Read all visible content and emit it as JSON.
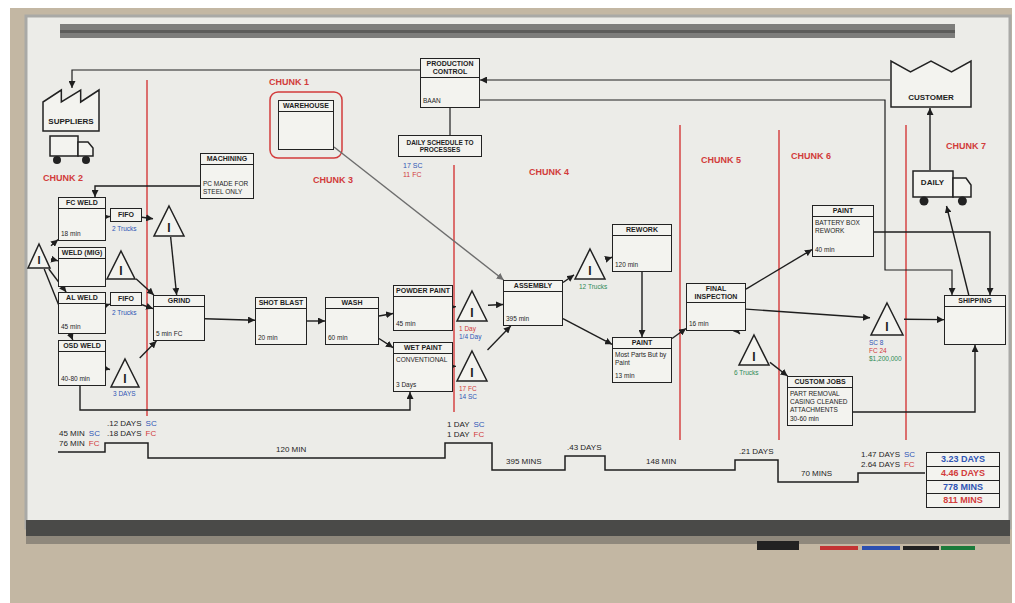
{
  "diagram": {
    "nodes": [
      {
        "text": [
          "SUPPLIERS"
        ]
      },
      {
        "text": [
          "WAREHOUSE"
        ]
      },
      {
        "text": [
          "PRODUCTION CONTROL",
          "BAAN"
        ]
      },
      {
        "text": [
          "DAILY SCHEDULE TO PROCESSES"
        ]
      },
      {
        "text": [
          "CUSTOMER"
        ]
      },
      {
        "text": [
          "MACHINING",
          "PC MADE FOR STEEL ONLY"
        ]
      },
      {
        "text": [
          "I"
        ]
      },
      {
        "text": [
          "FC WELD",
          "18 min"
        ]
      },
      {
        "text": [
          "FIFO"
        ]
      },
      {
        "text": [
          "I"
        ]
      },
      {
        "text": [
          "WELD (MIG)"
        ]
      },
      {
        "text": [
          "I"
        ]
      },
      {
        "text": [
          "AL WELD",
          "45 min"
        ]
      },
      {
        "text": [
          "FIFO"
        ]
      },
      {
        "text": [
          "GRIND",
          "5 min FC"
        ]
      },
      {
        "text": [
          "OSD WELD",
          "40-80 min"
        ]
      },
      {
        "text": [
          "I"
        ]
      },
      {
        "text": [
          "SHOT BLAST",
          "20 min"
        ]
      },
      {
        "text": [
          "WASH",
          "60 min"
        ]
      },
      {
        "text": [
          "POWDER PAINT",
          "45 min"
        ]
      },
      {
        "text": [
          "WET PAINT",
          "CONVENTIONAL",
          "3 Days"
        ]
      },
      {
        "text": [
          "I"
        ]
      },
      {
        "text": [
          "I"
        ]
      },
      {
        "text": [
          "ASSEMBLY",
          "395 min"
        ]
      },
      {
        "text": [
          "I"
        ]
      },
      {
        "text": [
          "REWORK",
          "120 min"
        ]
      },
      {
        "text": [
          "PAINT",
          "Most Parts But by Paint",
          "13 min"
        ]
      },
      {
        "text": [
          "FINAL INSPECTION",
          "16 min"
        ]
      },
      {
        "text": [
          "I"
        ]
      },
      {
        "text": [
          "PAINT",
          "BATTERY BOX REWORK",
          "40 min"
        ]
      },
      {
        "text": [
          "CUSTOM JOBS",
          "PART REMOVAL CASING CLEANED ATTACHMENTS",
          "30-60 min"
        ]
      },
      {
        "text": [
          "I"
        ]
      },
      {
        "text": [
          "SHIPPING"
        ]
      },
      {
        "text": [
          "DAILY"
        ]
      },
      {
        "text": [
          "3.23 DAYS",
          "4.46 DAYS",
          "778 MINS",
          "811 MINS"
        ]
      }
    ],
    "edges": [
      {
        "from": 2,
        "to": 0,
        "arrow": "to"
      },
      {
        "from": 4,
        "to": 2,
        "arrow": "to"
      },
      {
        "from": 2,
        "to": 3,
        "arrow": "none"
      },
      {
        "from": 2,
        "to": 32,
        "arrow": "to"
      },
      {
        "from": 1,
        "to": 23,
        "arrow": "to"
      },
      {
        "from": 5,
        "to": 7,
        "arrow": "to"
      },
      {
        "from": 9,
        "to": 7,
        "arrow": "to"
      },
      {
        "from": 9,
        "to": 10,
        "arrow": "to"
      },
      {
        "from": 9,
        "to": 12,
        "arrow": "to"
      },
      {
        "from": 9,
        "to": 15,
        "arrow": "to"
      },
      {
        "from": 7,
        "to": 8,
        "arrow": "to"
      },
      {
        "from": 8,
        "to": 6,
        "arrow": "to"
      },
      {
        "from": 6,
        "to": 14,
        "arrow": "to"
      },
      {
        "from": 10,
        "to": 11,
        "arrow": "to"
      },
      {
        "from": 11,
        "to": 14,
        "arrow": "to"
      },
      {
        "from": 12,
        "to": 13,
        "arrow": "to"
      },
      {
        "from": 13,
        "to": 14,
        "arrow": "to"
      },
      {
        "from": 15,
        "to": 16,
        "arrow": "to"
      },
      {
        "from": 16,
        "to": 14,
        "arrow": "to"
      },
      {
        "from": 14,
        "to": 17,
        "arrow": "to"
      },
      {
        "from": 17,
        "to": 18,
        "arrow": "to"
      },
      {
        "from": 18,
        "to": 19,
        "arrow": "to"
      },
      {
        "from": 18,
        "to": 20,
        "arrow": "to"
      },
      {
        "from": 19,
        "to": 21,
        "arrow": "to"
      },
      {
        "from": 20,
        "to": 22,
        "arrow": "to"
      },
      {
        "from": 21,
        "to": 23,
        "arrow": "to"
      },
      {
        "from": 22,
        "to": 23,
        "arrow": "to"
      },
      {
        "from": 15,
        "to": 20,
        "arrow": "to"
      },
      {
        "from": 23,
        "to": 24,
        "arrow": "to"
      },
      {
        "from": 24,
        "to": 25,
        "arrow": "to"
      },
      {
        "from": 25,
        "to": 26,
        "arrow": "to"
      },
      {
        "from": 23,
        "to": 26,
        "arrow": "to"
      },
      {
        "from": 26,
        "to": 27,
        "arrow": "to"
      },
      {
        "from": 27,
        "to": 29,
        "arrow": "to"
      },
      {
        "from": 27,
        "to": 31,
        "arrow": "to"
      },
      {
        "from": 31,
        "to": 32,
        "arrow": "to"
      },
      {
        "from": 27,
        "to": 28,
        "arrow": "to"
      },
      {
        "from": 28,
        "to": 30,
        "arrow": "to"
      },
      {
        "from": 30,
        "to": 32,
        "arrow": "to"
      },
      {
        "from": 29,
        "to": 32,
        "arrow": "to"
      },
      {
        "from": 32,
        "to": 33,
        "arrow": "to"
      },
      {
        "from": 33,
        "to": 4,
        "arrow": "to"
      }
    ],
    "labels": [
      "CHUNK 1",
      "CHUNK 2",
      "CHUNK 3",
      "CHUNK 4",
      "CHUNK 5",
      "CHUNK 6",
      "CHUNK 7",
      "17 SC",
      "11 FC",
      "2 Trucks",
      "2 Trucks",
      "3 DAYS",
      "1 Day",
      "1/4 Day",
      "17 FC",
      "14 SC",
      "12 Trucks",
      "6 Trucks",
      "SC 8",
      "FC 24",
      "$1,200,000",
      "45 MIN",
      "SC",
      "76 MIN",
      "FC",
      ".12 DAYS",
      "SC",
      ".18 DAYS",
      "FC",
      "120 MIN",
      "1 DAY",
      "SC",
      "1 DAY",
      "FC",
      "395 MINS",
      ".43 DAYS",
      "148 MIN",
      ".21 DAYS",
      "70 MINS",
      "1.47 DAYS",
      "SC",
      "2.64 DAYS",
      "FC"
    ]
  }
}
